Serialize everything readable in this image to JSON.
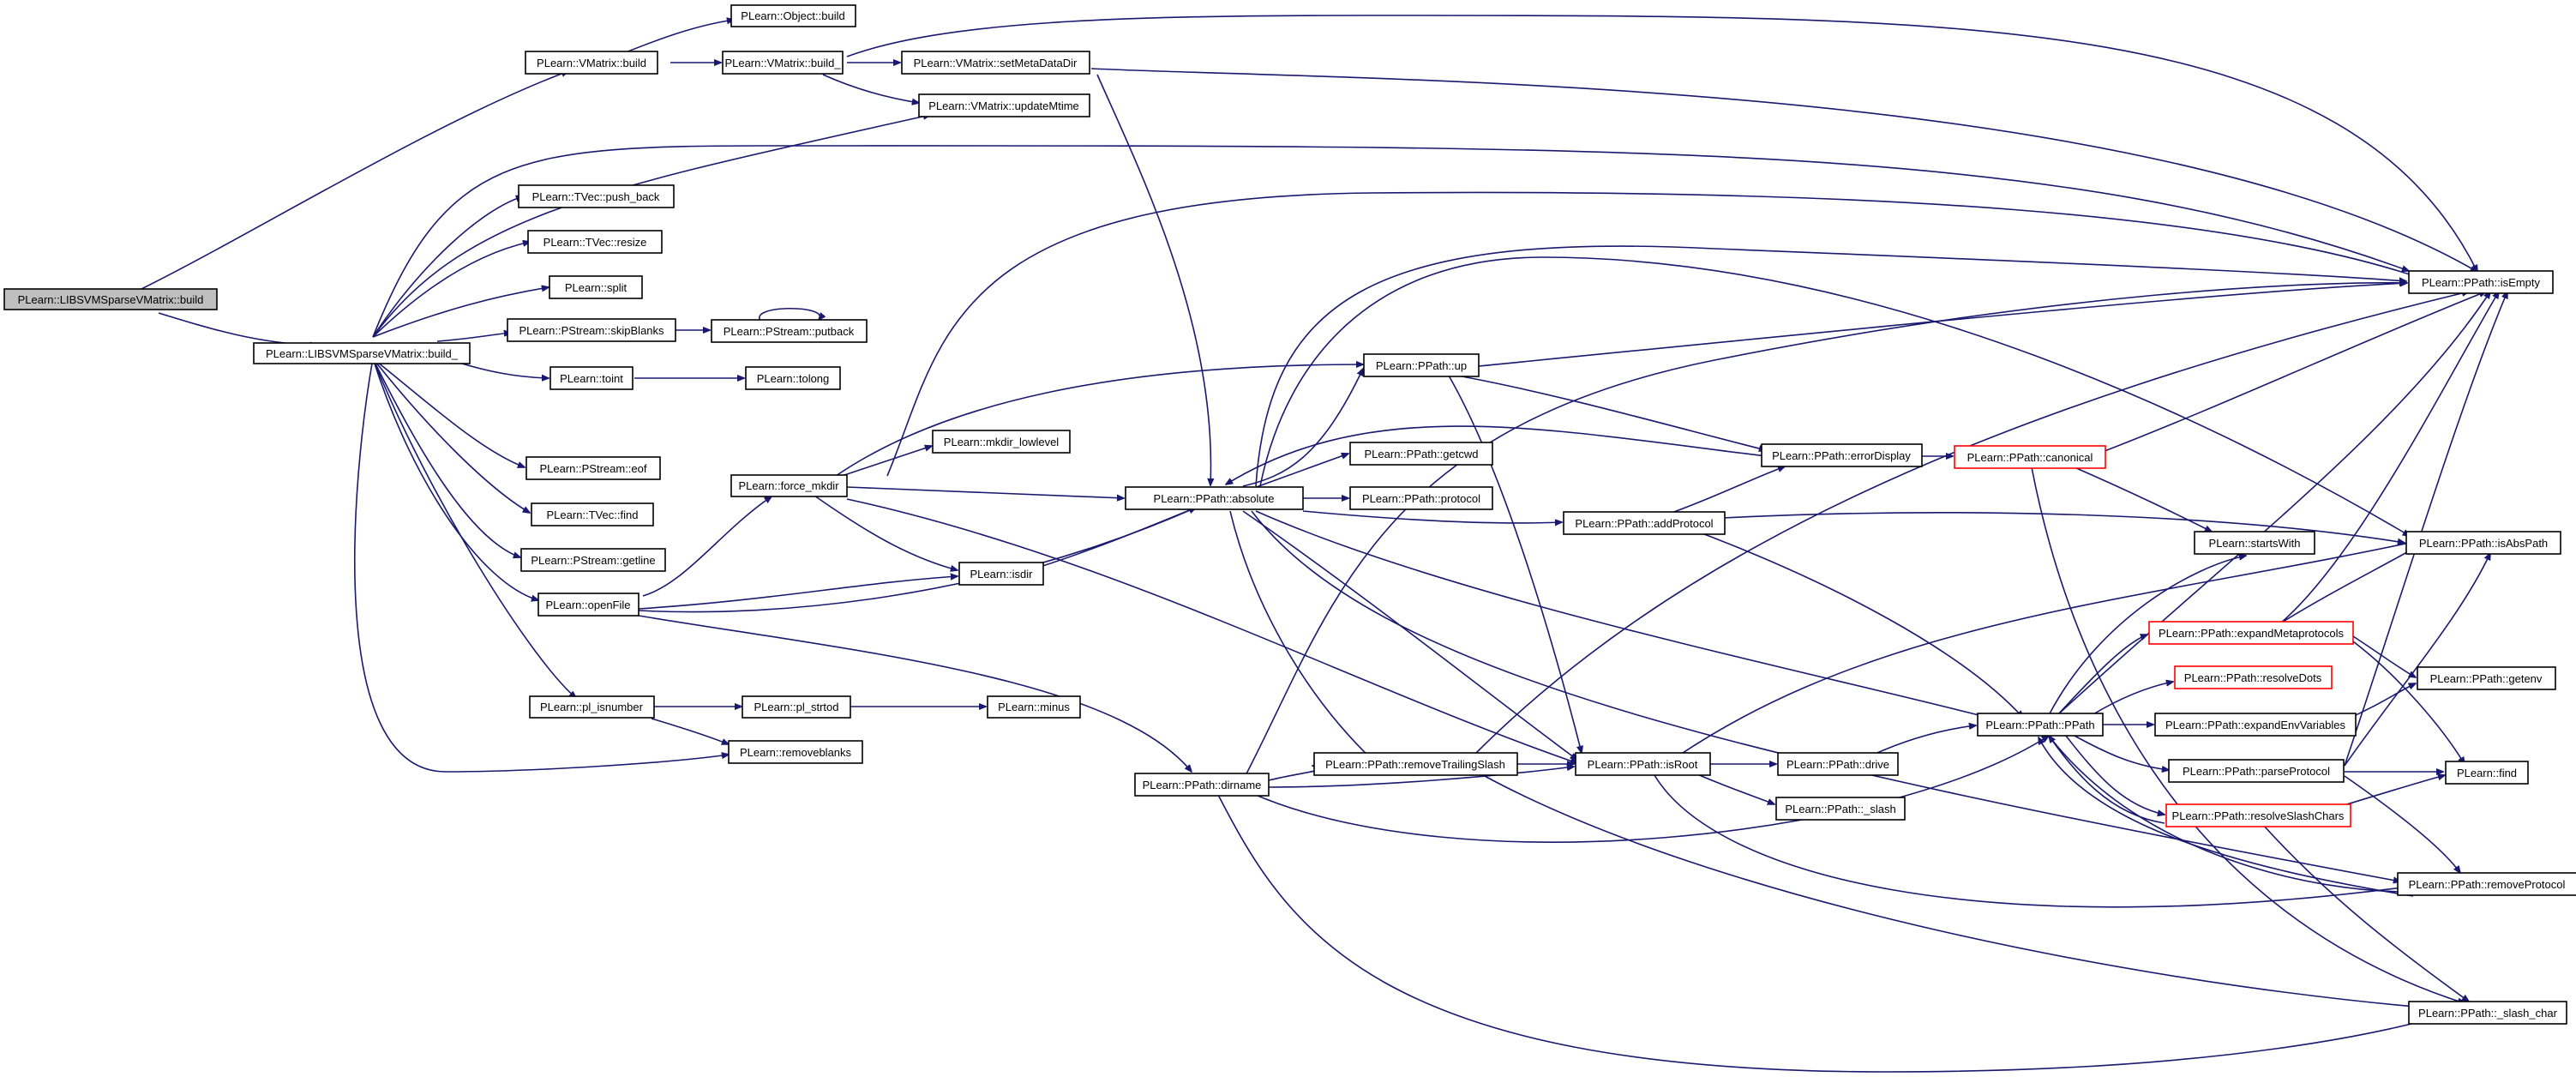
{
  "colors": {
    "edge": "#191970",
    "root_fill": "#bfbfbf",
    "red_border": "#ff0000",
    "border": "#000000"
  },
  "nodes": {
    "root": {
      "label": "PLearn::LIBSVMSparseVMatrix::build"
    },
    "build_": {
      "label": "PLearn::LIBSVMSparseVMatrix::build_"
    },
    "vmbuild": {
      "label": "PLearn::VMatrix::build"
    },
    "objbuild": {
      "label": "PLearn::Object::build"
    },
    "vmbuild_": {
      "label": "PLearn::VMatrix::build_"
    },
    "setmeta": {
      "label": "PLearn::VMatrix::setMetaDataDir"
    },
    "updmtime": {
      "label": "PLearn::VMatrix::updateMtime"
    },
    "pushback": {
      "label": "PLearn::TVec::push_back"
    },
    "resize": {
      "label": "PLearn::TVec::resize"
    },
    "split": {
      "label": "PLearn::split"
    },
    "skipblanks": {
      "label": "PLearn::PStream::skipBlanks"
    },
    "putback": {
      "label": "PLearn::PStream::putback"
    },
    "toint": {
      "label": "PLearn::toint"
    },
    "tolong": {
      "label": "PLearn::tolong"
    },
    "eof": {
      "label": "PLearn::PStream::eof"
    },
    "tvfind": {
      "label": "PLearn::TVec::find"
    },
    "getline": {
      "label": "PLearn::PStream::getline"
    },
    "openfile": {
      "label": "PLearn::openFile"
    },
    "forcemkdir": {
      "label": "PLearn::force_mkdir"
    },
    "mkdirlow": {
      "label": "PLearn::mkdir_lowlevel"
    },
    "isdir": {
      "label": "PLearn::isdir"
    },
    "plisnumber": {
      "label": "PLearn::pl_isnumber"
    },
    "plstrtod": {
      "label": "PLearn::pl_strtod"
    },
    "minus": {
      "label": "PLearn::minus"
    },
    "removeblanks": {
      "label": "PLearn::removeblanks"
    },
    "absolute": {
      "label": "PLearn::PPath::absolute"
    },
    "getcwd": {
      "label": "PLearn::PPath::getcwd"
    },
    "protocol": {
      "label": "PLearn::PPath::protocol"
    },
    "up": {
      "label": "PLearn::PPath::up"
    },
    "dirname": {
      "label": "PLearn::PPath::dirname"
    },
    "removetrailing": {
      "label": "PLearn::PPath::removeTrailingSlash"
    },
    "isroot": {
      "label": "PLearn::PPath::isRoot"
    },
    "drive": {
      "label": "PLearn::PPath::drive"
    },
    "slash": {
      "label": "PLearn::PPath::_slash"
    },
    "errordisplay": {
      "label": "PLearn::PPath::errorDisplay"
    },
    "addprotocol": {
      "label": "PLearn::PPath::addProtocol"
    },
    "canonical": {
      "label": "PLearn::PPath::canonical"
    },
    "startswith": {
      "label": "PLearn::startsWith"
    },
    "ppath": {
      "label": "PLearn::PPath::PPath"
    },
    "expandmeta": {
      "label": "PLearn::PPath::expandMetaprotocols"
    },
    "resolvedots": {
      "label": "PLearn::PPath::resolveDots"
    },
    "expandenv": {
      "label": "PLearn::PPath::expandEnvVariables"
    },
    "parseprotocol": {
      "label": "PLearn::PPath::parseProtocol"
    },
    "resolveslash": {
      "label": "PLearn::PPath::resolveSlashChars"
    },
    "isempty": {
      "label": "PLearn::PPath::isEmpty"
    },
    "isabspath": {
      "label": "PLearn::PPath::isAbsPath"
    },
    "getenv": {
      "label": "PLearn::PPath::getenv"
    },
    "find": {
      "label": "PLearn::find"
    },
    "removeprotocol": {
      "label": "PLearn::PPath::removeProtocol"
    },
    "slashchar": {
      "label": "PLearn::PPath::_slash_char"
    }
  }
}
